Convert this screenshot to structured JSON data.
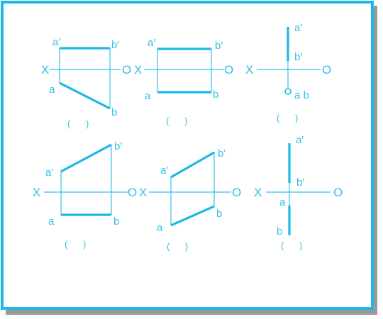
{
  "colors": {
    "border": "#1fb8e6",
    "line": "#1fb8e6",
    "text": "#33c0e8",
    "shadow": "#9a9a9a"
  },
  "labels": {
    "x_axis": "X",
    "o_axis": "O",
    "a": "a",
    "a_prime": "a′",
    "b": "b",
    "b_prime": "b′",
    "ab": "a b",
    "bracket": "(      )"
  }
}
